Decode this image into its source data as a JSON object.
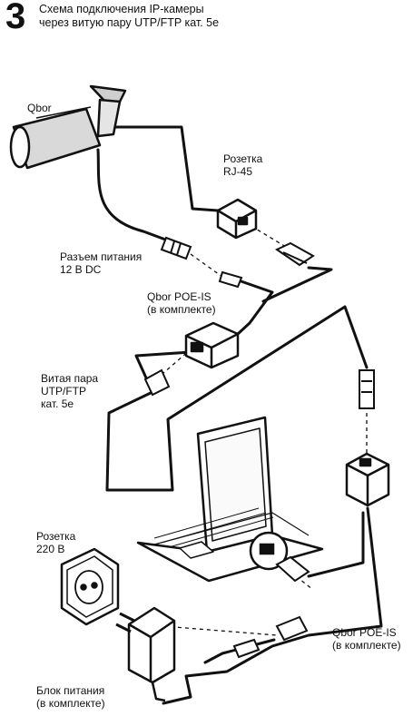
{
  "step_number": "3",
  "title": {
    "line1": "Схема подключения IP-камеры",
    "line2": "через витую пару UTP/FTP кат. 5е"
  },
  "labels": {
    "camera": "Qbor",
    "socket_rj45": {
      "line1": "Розетка",
      "line2": "RJ-45"
    },
    "power_connector": {
      "line1": "Разъем питания",
      "line2": "12 В DC"
    },
    "poe_top": {
      "line1": "Qbor POE-IS",
      "line2": "(в комплекте)"
    },
    "twisted_pair": {
      "line1": "Витая пара",
      "line2": "UTP/FTP",
      "line3": "кат. 5е"
    },
    "socket_220": {
      "line1": "Розетка",
      "line2": "220 В"
    },
    "poe_bottom": {
      "line1": "Qbor POE-IS",
      "line2": "(в комплекте)"
    },
    "power_supply": {
      "line1": "Блок питания",
      "line2": "(в комплекте)"
    }
  },
  "icons": [
    "ip-camera-icon",
    "rj45-socket-icon",
    "power-jack-icon",
    "poe-injector-icon",
    "rj45-plug-icon",
    "laptop-icon",
    "wall-socket-icon",
    "power-adapter-icon"
  ],
  "colors": {
    "line": "#111111",
    "background": "#ffffff",
    "camera_body": "#d9d9d9"
  }
}
